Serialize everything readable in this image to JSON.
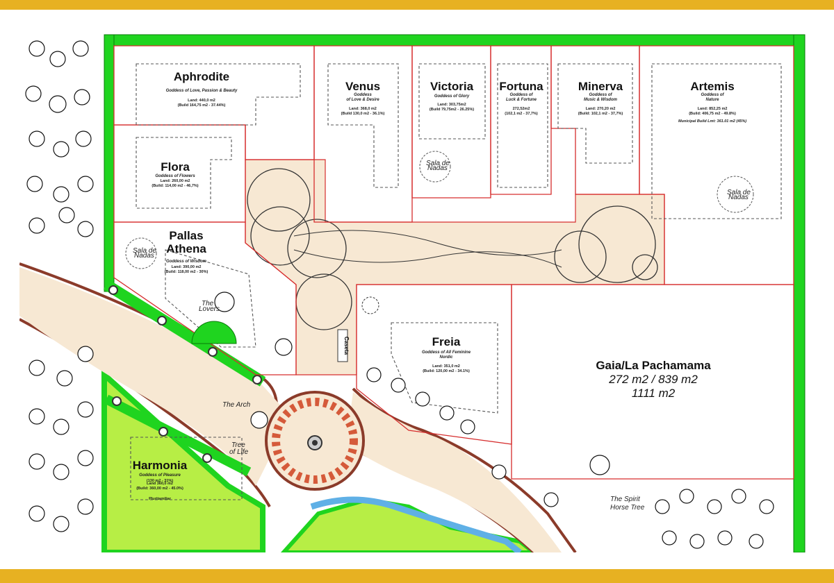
{
  "lots": [
    {
      "id": "aphrodite",
      "name": "Aphrodite",
      "subtitle": "Goddess of Love, Passion & Beauty",
      "land": "Land: 440,0 m2",
      "build": "(Build 164,75 m2 - 37.44%)"
    },
    {
      "id": "venus",
      "name": "Venus",
      "subtitle": "Goddess",
      "subtitle2": "of Love & Desire",
      "land": "Land: 368,0 m2",
      "build": "(Build 130,0 m2 - 36.1%)"
    },
    {
      "id": "victoria",
      "name": "Victoria",
      "subtitle": "Goddess of Glory",
      "land": "Land: 303,75m2",
      "build": "(Build 79,75m2 - 26.25%)"
    },
    {
      "id": "fortuna",
      "name": "Fortuna",
      "subtitle": "Goddess of",
      "subtitle2": "Luck & Fortune",
      "land": "272,52m2",
      "build": "(102,1 m2 - 37,7%)"
    },
    {
      "id": "minerva",
      "name": "Minerva",
      "subtitle": "Goddess of",
      "subtitle2": "Music & Wisdom",
      "land": "Land: 270,20 m2",
      "build": "(Build: 102,1 m2 - 37,7%)"
    },
    {
      "id": "artemis",
      "name": "Artemis",
      "subtitle": "Goddess of",
      "subtitle2": "Nature",
      "land": "Land: 852,25 m2",
      "build": "(Build: 406,75 m2 - 49.8%)",
      "extra": "Municipal Build Lmt: 361.01 m2 (45%)"
    },
    {
      "id": "flora",
      "name": "Flora",
      "subtitle": "Goddess of Flowers",
      "land": "Land: 260,00 m2",
      "build": "(Build: 114,00 m2 - 46,7%)"
    },
    {
      "id": "pallas",
      "name": "Pallas",
      "name2": "Athena",
      "subtitle": "Goddess of Wisdom",
      "land": "Land: 390,00 m2",
      "build": "(Build: 118,00 m2 - 30%)"
    },
    {
      "id": "freia",
      "name": "Freia",
      "subtitle": "Goddess of All Feminine",
      "subtitle2": "Nordic",
      "land": "Land: 351,0 m2",
      "build": "(Build: 120,00 m2 - 34.1%)"
    },
    {
      "id": "harmonia",
      "name": "Harmonia",
      "subtitle": "Goddess of Pleasure",
      "land": "Land 360,0 m2",
      "build": "(Build: 360,00 m2 - 45.0%)",
      "extra": "Pluritamiliar",
      "overlay": "(130 m2 - 31%)"
    }
  ],
  "gaia": {
    "name": "Gaia/La Pachamama",
    "area1": "272 m2 / 839 m2",
    "area2": "1111 m2"
  },
  "labels": {
    "the_arch": "The Arch",
    "tree_of_life_1": "Tree",
    "tree_of_life_2": "of Life",
    "the_lovers_1": "The",
    "the_lovers_2": "Lovers",
    "spirit_horse_1": "The Spirit",
    "spirit_horse_2": "Horse Tree",
    "caseta": "Caseta",
    "sala_de_nadas": "Sala de",
    "sala_de_nadas_2": "Nadas"
  },
  "colors": {
    "frame": "#e7b122",
    "lot_line": "#d62d2d",
    "green_border": "#1fd41f",
    "lime": "#b7ee45",
    "path": "#f7e8d3",
    "road": "#8b3b2a",
    "water": "#5fb0e6"
  }
}
